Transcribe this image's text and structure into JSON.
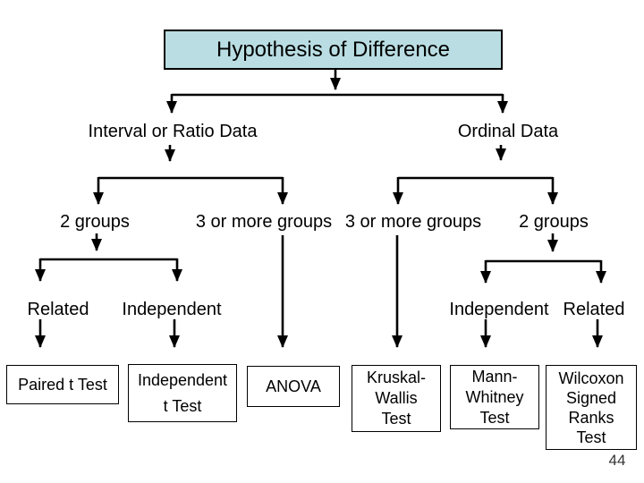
{
  "page": {
    "number": "44"
  },
  "colors": {
    "background": "#ffffff",
    "title_fill": "#b9dde2",
    "line": "#000000",
    "text": "#000000",
    "page_number": "#333333"
  },
  "flowchart": {
    "title": "Hypothesis of Difference",
    "level1": {
      "interval": "Interval or Ratio Data",
      "ordinal": "Ordinal Data"
    },
    "level2": {
      "interval_two_groups": "2 groups",
      "interval_three_groups": "3 or more groups",
      "ordinal_three_groups": "3 or more groups",
      "ordinal_two_groups": "2 groups"
    },
    "level3": {
      "interval_related": "Related",
      "interval_independent": "Independent",
      "ordinal_independent": "Independent",
      "ordinal_related": "Related"
    },
    "tests": {
      "paired_t": "Paired t Test",
      "independent_t": "Independent\nt Test",
      "anova": "ANOVA",
      "kruskal_wallis": "Kruskal-\nWallis\nTest",
      "mann_whitney": "Mann-\nWhitney\nTest",
      "wilcoxon": "Wilcoxon\nSigned\nRanks\nTest"
    }
  }
}
